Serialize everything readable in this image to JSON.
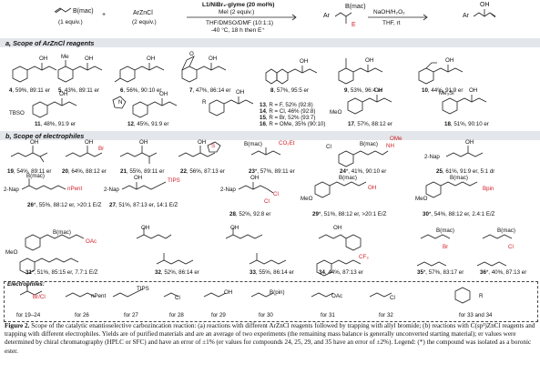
{
  "scheme": {
    "start1": "B(mac)",
    "start1_equiv": "(1 equiv.)",
    "plus": "+",
    "start2": "ArZnCl",
    "start2_equiv": "(2 equiv.)",
    "cond_top1": "L1/NiBr₂·glyme (20 mol%)",
    "cond_top2": "MeI (2 equiv.)",
    "cond_bot1": "THF/DMSO/DMF (10:1:1)",
    "cond_bot2": "-40 °C, 18 h then E⁺",
    "prod_ar": "Ar",
    "prod_b": "B(mac)",
    "prod_e": "E",
    "ox_top": "NaOH/H₂O₂",
    "ox_bot": "THF, rt",
    "final_ar": "Ar",
    "final_oh": "OH"
  },
  "section_a": "a, Scope of ArZnCl reagents",
  "section_b": "b, Scope of electrophiles",
  "compounds_a": [
    {
      "num": "4",
      "text": ", 59%, 89:11 er"
    },
    {
      "num": "5",
      "text": ", 43%, 89:11 er"
    },
    {
      "num": "6",
      "text": ", 56%, 90:10 er"
    },
    {
      "num": "7",
      "text": ", 47%, 86:14 er"
    },
    {
      "num": "8",
      "text": ", 57%, 95:5 er"
    },
    {
      "num": "9",
      "text": ", 53%, 96:4 er"
    },
    {
      "num": "10",
      "text": ", 44%, 91:9 er"
    },
    {
      "num": "11",
      "text": ", 48%, 91:9 er"
    },
    {
      "num": "12",
      "text": ", 45%, 91:9 er"
    },
    {
      "num": "13",
      "text": ", R = F, 52% (92:8)"
    },
    {
      "num": "14",
      "text": ", R = Cl, 46% (92:8)"
    },
    {
      "num": "15",
      "text": ", R = Br, 52% (93:7)"
    },
    {
      "num": "16",
      "text": ", R = OMe, 35% (90:10)"
    },
    {
      "num": "17",
      "text": ", 57%, 88:12 er"
    },
    {
      "num": "18",
      "text": ", 51%, 90:10 er"
    }
  ],
  "compounds_b": [
    {
      "num": "19",
      "text": ", 54%, 89:11 er"
    },
    {
      "num": "20",
      "text": ", 64%, 88:12 er"
    },
    {
      "num": "21",
      "text": ", 55%, 89:11 er"
    },
    {
      "num": "22",
      "text": ", 56%, 87:13 er"
    },
    {
      "num": "23",
      "text": "*, 57%, 89:11 er"
    },
    {
      "num": "24",
      "text": "*, 41%, 90:10 er"
    },
    {
      "num": "25",
      "text": ", 61%, 91:9 er, 5:1 dr"
    },
    {
      "num": "26",
      "text": "*, 55%, 88:12 er, >20:1 E/Z"
    },
    {
      "num": "27",
      "text": ", 51%, 87:13 er, 14:1 E/Z"
    },
    {
      "num": "28",
      "text": ", 52%, 92:8 er"
    },
    {
      "num": "29",
      "text": "*, 51%, 88:12 er, >20:1 E/Z"
    },
    {
      "num": "30",
      "text": "*, 54%, 88:12 er, 2.4:1 E/Z"
    },
    {
      "num": "31",
      "text": "*, 51%, 85:15 er, 7.7:1 E/Z"
    },
    {
      "num": "32",
      "text": ", 52%, 86:14 er"
    },
    {
      "num": "33",
      "text": ", 55%, 86:14 er"
    },
    {
      "num": "34",
      "text": ", 44%, 87:13 er"
    },
    {
      "num": "35",
      "text": "*, 57%, 83:17 er"
    },
    {
      "num": "36",
      "text": "*, 40%, 87:13 er"
    }
  ],
  "struct_labels": {
    "oh": "OH",
    "me": "Me",
    "br": "Br",
    "tbso": "TBSO",
    "n": "N",
    "r": "R",
    "meo": "MeO",
    "me3si": "Me₃Si",
    "bmac": "B(mac)",
    "co2et": "CO₂Et",
    "cl": "Cl",
    "nh": "NH",
    "ome": "OMe",
    "s": "S",
    "nap": "2-Nap",
    "npent": "nPent",
    "tips": "TIPS",
    "bpin": "Bpin",
    "oac": "OAc",
    "cf3": "CF₃",
    "o": "O"
  },
  "electrophiles": {
    "title": "Electrophiles:",
    "items": [
      {
        "label": "for 19–24",
        "mol": "Br/Cl"
      },
      {
        "label": "for 26",
        "mol": "nPent"
      },
      {
        "label": "for 27",
        "mol": "TIPS"
      },
      {
        "label": "for 28",
        "mol": "Cl"
      },
      {
        "label": "for 29",
        "mol": "OH"
      },
      {
        "label": "for 30",
        "mol": "B(pin)"
      },
      {
        "label": "for 31",
        "mol": "OAc"
      },
      {
        "label": "for 32",
        "mol": "Cl"
      },
      {
        "label": "for 33 and 34",
        "mol": "R"
      }
    ]
  },
  "caption": {
    "lead": "Figure 2.",
    "body": " Scope of the catalytic enantioselective carbozincation reaction: (a) reactions with different ArZnCl reagents followed by trapping with allyl bromide; (b) reactions with C(sp³)ZnCl reagents and trapping with different electrophiles. Yields are of purified materials and are an average of two experiments (the remaining mass balance is generally unconverted starting material); er values were determined by chiral chromatography (HPLC or SFC) and have an error of ±1% (er values for compounds 24, 25, 29, and 35 have an error of ±2%). Legend: (*) the compound was isolated as a boronic ester."
  }
}
